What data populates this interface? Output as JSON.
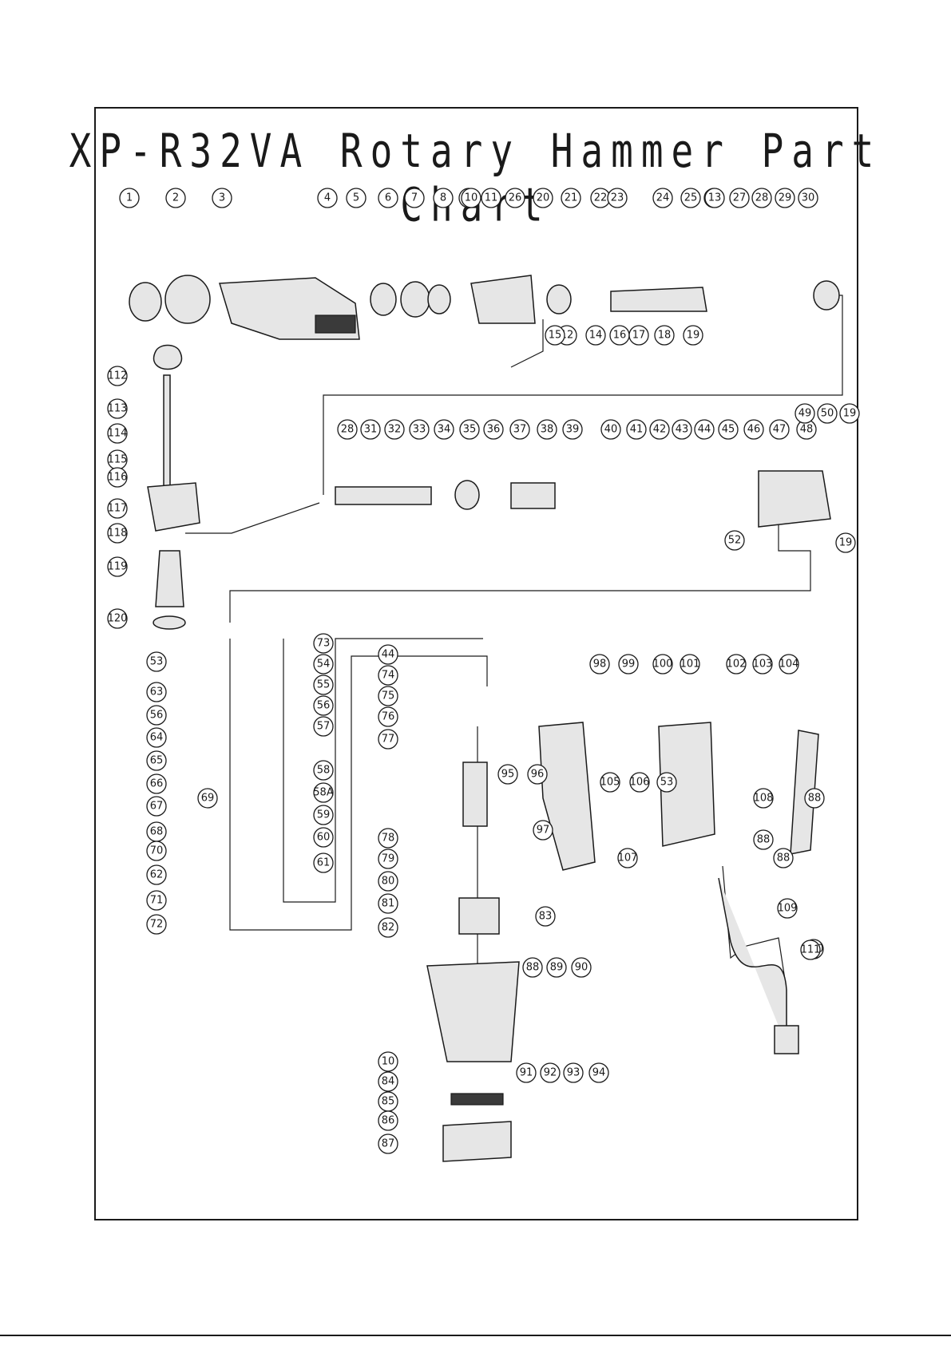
{
  "document": {
    "title": "XP-R32VA Rotary Hammer Part Chart"
  },
  "callouts": [
    "1",
    "2",
    "3",
    "4",
    "5",
    "6",
    "7",
    "8",
    "9",
    "10",
    "11",
    "26",
    "20",
    "21",
    "22",
    "23",
    "24",
    "25",
    "13",
    "27",
    "28",
    "29",
    "30",
    "13",
    "12",
    "14",
    "15",
    "16",
    "17",
    "18",
    "19",
    "112",
    "113",
    "114",
    "115",
    "116",
    "117",
    "118",
    "119",
    "120",
    "28",
    "31",
    "32",
    "33",
    "34",
    "35",
    "36",
    "37",
    "38",
    "39",
    "40",
    "41",
    "42",
    "43",
    "44",
    "45",
    "46",
    "47",
    "48",
    "49",
    "50",
    "19",
    "52",
    "19",
    "53",
    "63",
    "56",
    "64",
    "65",
    "66",
    "67",
    "68",
    "69",
    "70",
    "62",
    "71",
    "72",
    "73",
    "54",
    "55",
    "56",
    "57",
    "58",
    "58A",
    "59",
    "60",
    "61",
    "44",
    "74",
    "75",
    "76",
    "77",
    "78",
    "79",
    "80",
    "81",
    "82",
    "83",
    "10",
    "84",
    "85",
    "86",
    "87",
    "88",
    "89",
    "90",
    "91",
    "92",
    "93",
    "94",
    "95",
    "96",
    "97",
    "98",
    "99",
    "100",
    "101",
    "102",
    "103",
    "104",
    "105",
    "106",
    "53",
    "107",
    "88",
    "108",
    "88",
    "88",
    "109",
    "110",
    "111"
  ],
  "colors": {
    "ink": "#1a1a1a",
    "part_fill": "#e6e6e6",
    "dark": "#3a3a3a"
  }
}
